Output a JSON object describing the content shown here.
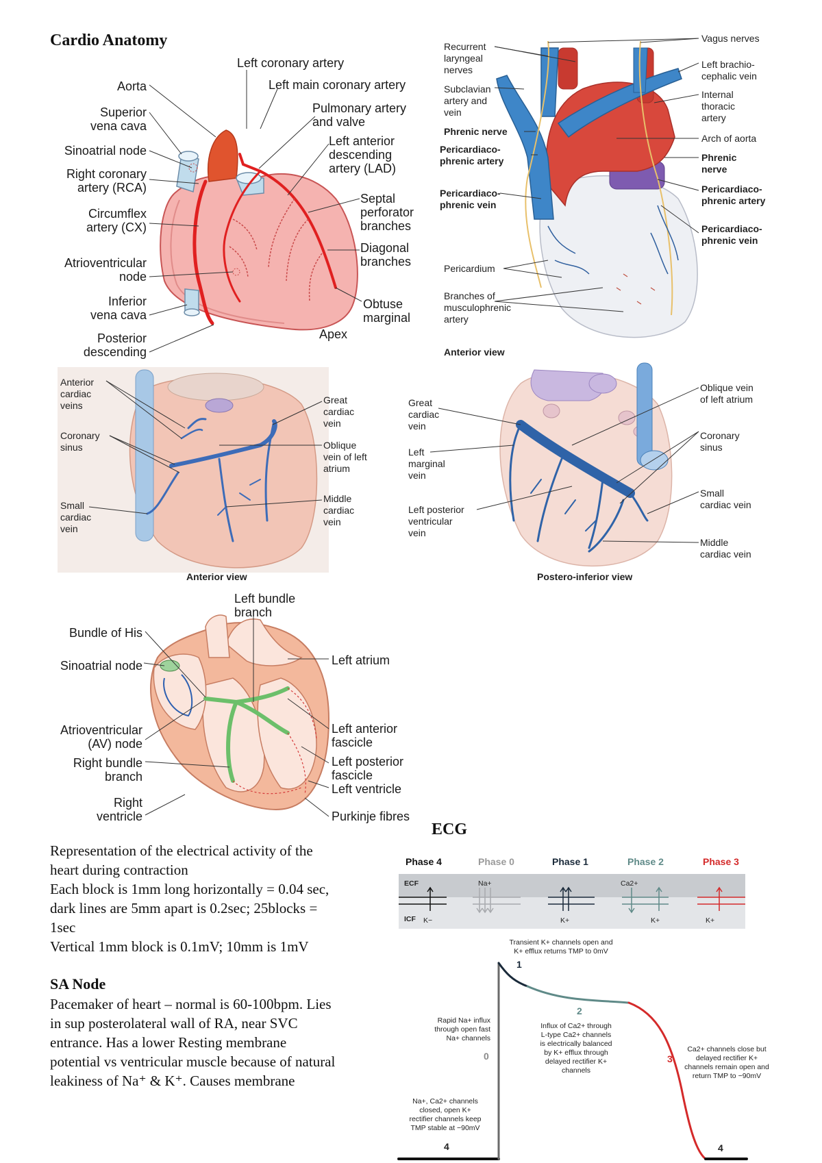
{
  "doc": {
    "title": "Cardio Anatomy",
    "ecg_heading": "ECG",
    "ecg_para": [
      "Representation of the electrical activity of the",
      "heart during contraction",
      "Each block is 1mm long horizontally = 0.04 sec,",
      "dark lines are 5mm apart is 0.2sec; 25blocks =",
      "1sec",
      "Vertical 1mm block is 0.1mV; 10mm is 1mV"
    ],
    "sa_heading": "SA Node",
    "sa_para": [
      "Pacemaker of heart – normal is 60-100bpm. Lies",
      "in sup posterolateral wall of RA, near SVC",
      "entrance. Has a lower Resting membrane",
      "potential vs ventricular muscle because of natural",
      "leakiness of Na⁺ & K⁺. Causes membrane"
    ]
  },
  "fig1": {
    "labels": {
      "left_coronary": "Left coronary artery",
      "left_main": "Left main coronary artery",
      "aorta": "Aorta",
      "svc": [
        "Superior",
        "vena cava"
      ],
      "pulm": [
        "Pulmonary artery",
        "and valve"
      ],
      "sa": "Sinoatrial node",
      "lad": [
        "Left anterior",
        "descending",
        "artery (LAD)"
      ],
      "rca": [
        "Right coronary",
        "artery (RCA)"
      ],
      "septal": [
        "Septal",
        "perforator",
        "branches"
      ],
      "cx": [
        "Circumflex",
        "artery (CX)"
      ],
      "diag": [
        "Diagonal",
        "branches"
      ],
      "avn": [
        "Atrioventricular",
        "node"
      ],
      "ivc": [
        "Inferior",
        "vena cava"
      ],
      "obtuse": [
        "Obtuse",
        "marginal"
      ],
      "apex": "Apex",
      "pda": [
        "Posterior",
        "descending"
      ]
    }
  },
  "fig2": {
    "labels": {
      "recurrent": [
        "Recurrent",
        "laryngeal",
        "nerves"
      ],
      "vagus": "Vagus nerves",
      "brachio": [
        "Left brachio-",
        "cephalic vein"
      ],
      "subclavian": [
        "Subclavian",
        "artery and",
        "vein"
      ],
      "internal": [
        "Internal",
        "thoracic",
        "artery"
      ],
      "phrenic_nerve_l": "Phrenic nerve",
      "arch": "Arch of aorta",
      "pa_artery_l": [
        "Pericardiaco-",
        "phrenic artery"
      ],
      "phrenic_r": [
        "Phrenic",
        "nerve"
      ],
      "pa_vein_l": [
        "Pericardiaco-",
        "phrenic vein"
      ],
      "pa_artery_r": [
        "Pericardiaco-",
        "phrenic artery"
      ],
      "pa_vein_r": [
        "Pericardiaco-",
        "phrenic vein"
      ],
      "pericardium": "Pericardium",
      "musculo": [
        "Branches of",
        "musculophrenic",
        "artery"
      ],
      "view": "Anterior view"
    }
  },
  "fig3": {
    "labels": {
      "ant_cardiac": [
        "Anterior",
        "cardiac",
        "veins"
      ],
      "great": [
        "Great",
        "cardiac",
        "vein"
      ],
      "coronary_sinus": [
        "Coronary",
        "sinus"
      ],
      "oblique": [
        "Oblique",
        "vein of left",
        "atrium"
      ],
      "small": [
        "Small",
        "cardiac",
        "vein"
      ],
      "middle": [
        "Middle",
        "cardiac",
        "vein"
      ],
      "view": "Anterior view"
    }
  },
  "fig4": {
    "labels": {
      "great": [
        "Great",
        "cardiac",
        "vein"
      ],
      "oblique": [
        "Oblique vein",
        "of left atrium"
      ],
      "left_marginal": [
        "Left",
        "marginal",
        "vein"
      ],
      "coronary_sinus": [
        "Coronary",
        "sinus"
      ],
      "lpv": [
        "Left posterior",
        "ventricular",
        "vein"
      ],
      "small": [
        "Small",
        "cardiac vein"
      ],
      "middle": [
        "Middle",
        "cardiac vein"
      ],
      "view": "Postero-inferior view"
    }
  },
  "fig5": {
    "labels": {
      "lbb": [
        "Left bundle",
        "branch"
      ],
      "his": "Bundle of His",
      "sa": "Sinoatrial node",
      "la": "Left atrium",
      "avn": [
        "Atrioventricular",
        "(AV) node"
      ],
      "laf": [
        "Left anterior",
        "fascicle"
      ],
      "rbb": [
        "Right bundle",
        "branch"
      ],
      "lpf": [
        "Left posterior",
        "fascicle"
      ],
      "lv": "Left ventricle",
      "rv": [
        "Right",
        "ventricle"
      ],
      "purkinje": "Purkinje fibres"
    }
  },
  "ap_figure": {
    "phases": [
      {
        "label": "Phase 4",
        "color": "#111111"
      },
      {
        "label": "Phase 0",
        "color": "#9a9a9a"
      },
      {
        "label": "Phase 1",
        "color": "#1a2a3a"
      },
      {
        "label": "Phase 2",
        "color": "#5f8a88"
      },
      {
        "label": "Phase 3",
        "color": "#d42a2a"
      }
    ],
    "ecf": "ECF",
    "icf": "ICF",
    "ions": {
      "k_minus": "K−",
      "na_plus": "Na+",
      "k1": "K+",
      "ca": "Ca2+",
      "k2": "K+",
      "k3": "K+"
    },
    "curve_numbers": {
      "p1": "1",
      "p2": "2",
      "p0": "0",
      "p3": "3",
      "p4a": "4",
      "p4b": "4"
    },
    "notes": {
      "transient": [
        "Transient K+ channels open and",
        "K+ efflux returns TMP to 0mV"
      ],
      "rapid": [
        "Rapid Na+ influx",
        "through open fast",
        "Na+ channels"
      ],
      "influx": [
        "Influx of Ca2+ through",
        "L-type Ca2+ channels",
        "is electrically balanced",
        "by K+ efflux through",
        "delayed rectifier K+",
        "channels"
      ],
      "close": [
        "Ca2+ channels close but",
        "delayed rectifier K+",
        "channels remain open and",
        "return TMP to −90mV"
      ],
      "rest": [
        "Na+, Ca2+ channels",
        "closed, open K+",
        "rectifier channels keep",
        "TMP stable at −90mV"
      ]
    }
  }
}
